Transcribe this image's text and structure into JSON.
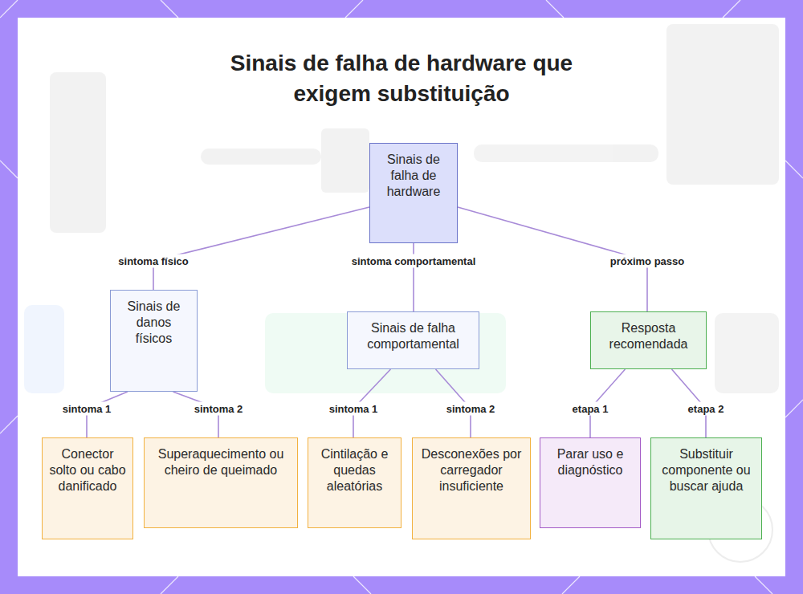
{
  "diagram": {
    "title": "Sinais de falha de hardware que exigem substituição",
    "nodes": [
      {
        "text": [
          "Sinais de falha de hardware"
        ]
      },
      {
        "text": [
          "Sinais de danos físicos"
        ]
      },
      {
        "text": [
          "Sinais de falha comportamental"
        ]
      },
      {
        "text": [
          "Resposta recomendada"
        ]
      },
      {
        "text": [
          "Conector solto ou cabo danificado"
        ]
      },
      {
        "text": [
          "Superaquecimento ou cheiro de queimado"
        ]
      },
      {
        "text": [
          "Cintilação e quedas aleatórias"
        ]
      },
      {
        "text": [
          "Desconexões por carregador insuficiente"
        ]
      },
      {
        "text": [
          "Parar uso e diagnóstico"
        ]
      },
      {
        "text": [
          "Substituir componente ou buscar ajuda"
        ]
      }
    ],
    "edges": [
      {
        "from": 0,
        "to": 1,
        "arrow": "none",
        "label": "sintoma físico"
      },
      {
        "from": 0,
        "to": 2,
        "arrow": "none",
        "label": "sintoma comportamental"
      },
      {
        "from": 0,
        "to": 3,
        "arrow": "none",
        "label": "próximo passo"
      },
      {
        "from": 1,
        "to": 4,
        "arrow": "none",
        "label": "sintoma 1"
      },
      {
        "from": 1,
        "to": 5,
        "arrow": "none",
        "label": "sintoma 2"
      },
      {
        "from": 2,
        "to": 6,
        "arrow": "none",
        "label": "sintoma 1"
      },
      {
        "from": 2,
        "to": 7,
        "arrow": "none",
        "label": "sintoma 2"
      },
      {
        "from": 3,
        "to": 8,
        "arrow": "none",
        "label": "etapa 1"
      },
      {
        "from": 3,
        "to": 9,
        "arrow": "none",
        "label": "etapa 2"
      }
    ]
  }
}
